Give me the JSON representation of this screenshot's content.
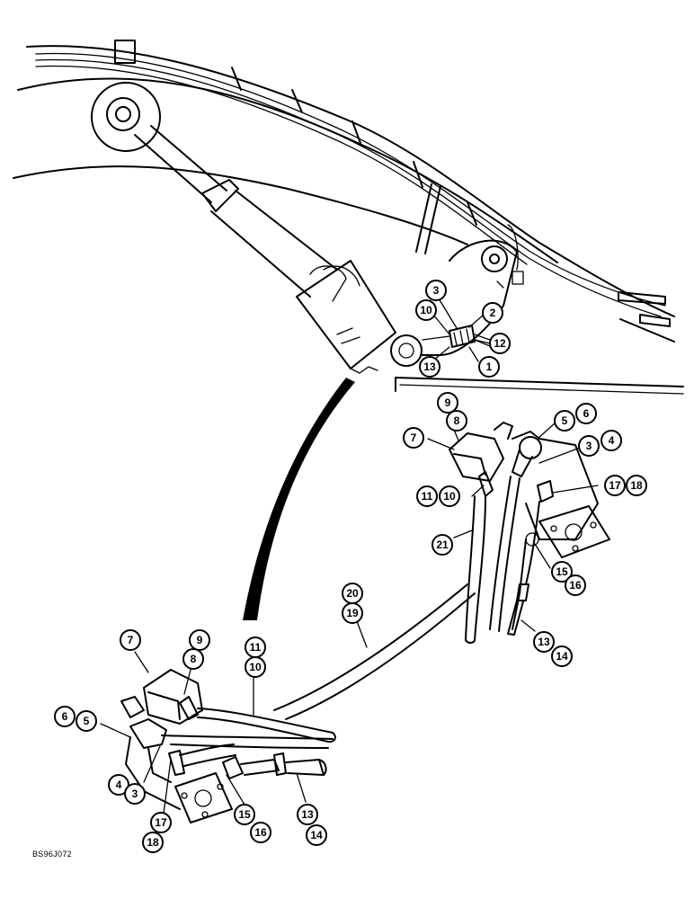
{
  "drawing_ref": "BS96J072",
  "callouts": {
    "top": [
      {
        "id": "t3",
        "label": "3"
      },
      {
        "id": "t10",
        "label": "10"
      },
      {
        "id": "t2",
        "label": "2"
      },
      {
        "id": "t12",
        "label": "12"
      },
      {
        "id": "t13",
        "label": "13"
      },
      {
        "id": "t1",
        "label": "1"
      }
    ],
    "right_detail": [
      {
        "id": "r9",
        "label": "9"
      },
      {
        "id": "r8",
        "label": "8"
      },
      {
        "id": "r7",
        "label": "7"
      },
      {
        "id": "r5",
        "label": "5"
      },
      {
        "id": "r6",
        "label": "6"
      },
      {
        "id": "r3",
        "label": "3"
      },
      {
        "id": "r4",
        "label": "4"
      },
      {
        "id": "r11",
        "label": "11"
      },
      {
        "id": "r10",
        "label": "10"
      },
      {
        "id": "r17",
        "label": "17"
      },
      {
        "id": "r18",
        "label": "18"
      },
      {
        "id": "r21",
        "label": "21"
      },
      {
        "id": "r15",
        "label": "15"
      },
      {
        "id": "r16",
        "label": "16"
      },
      {
        "id": "r13",
        "label": "13"
      },
      {
        "id": "r14",
        "label": "14"
      }
    ],
    "hose": [
      {
        "id": "h20",
        "label": "20"
      },
      {
        "id": "h19",
        "label": "19"
      }
    ],
    "left_detail": [
      {
        "id": "l7",
        "label": "7"
      },
      {
        "id": "l9",
        "label": "9"
      },
      {
        "id": "l8",
        "label": "8"
      },
      {
        "id": "l11",
        "label": "11"
      },
      {
        "id": "l10",
        "label": "10"
      },
      {
        "id": "l6",
        "label": "6"
      },
      {
        "id": "l5",
        "label": "5"
      },
      {
        "id": "l4",
        "label": "4"
      },
      {
        "id": "l3",
        "label": "3"
      },
      {
        "id": "l17",
        "label": "17"
      },
      {
        "id": "l18",
        "label": "18"
      },
      {
        "id": "l15",
        "label": "15"
      },
      {
        "id": "l16",
        "label": "16"
      },
      {
        "id": "l13",
        "label": "13"
      },
      {
        "id": "l14",
        "label": "14"
      }
    ]
  }
}
